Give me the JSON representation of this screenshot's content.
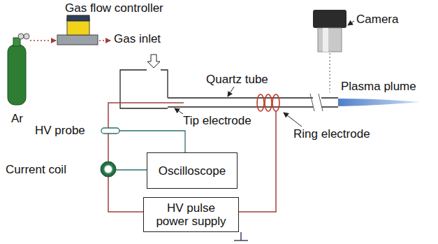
{
  "diagram": {
    "nodes": [
      {
        "text": [
          "Oscilloscope"
        ]
      },
      {
        "text": [
          "HV pulse power supply"
        ]
      }
    ],
    "labels": [
      "Gas flow controller",
      "Gas inlet",
      "Camera",
      "Ar",
      "Quartz tube",
      "Plasma plume",
      "Tip electrode",
      "HV probe",
      "Ring electrode",
      "Current coil"
    ]
  }
}
